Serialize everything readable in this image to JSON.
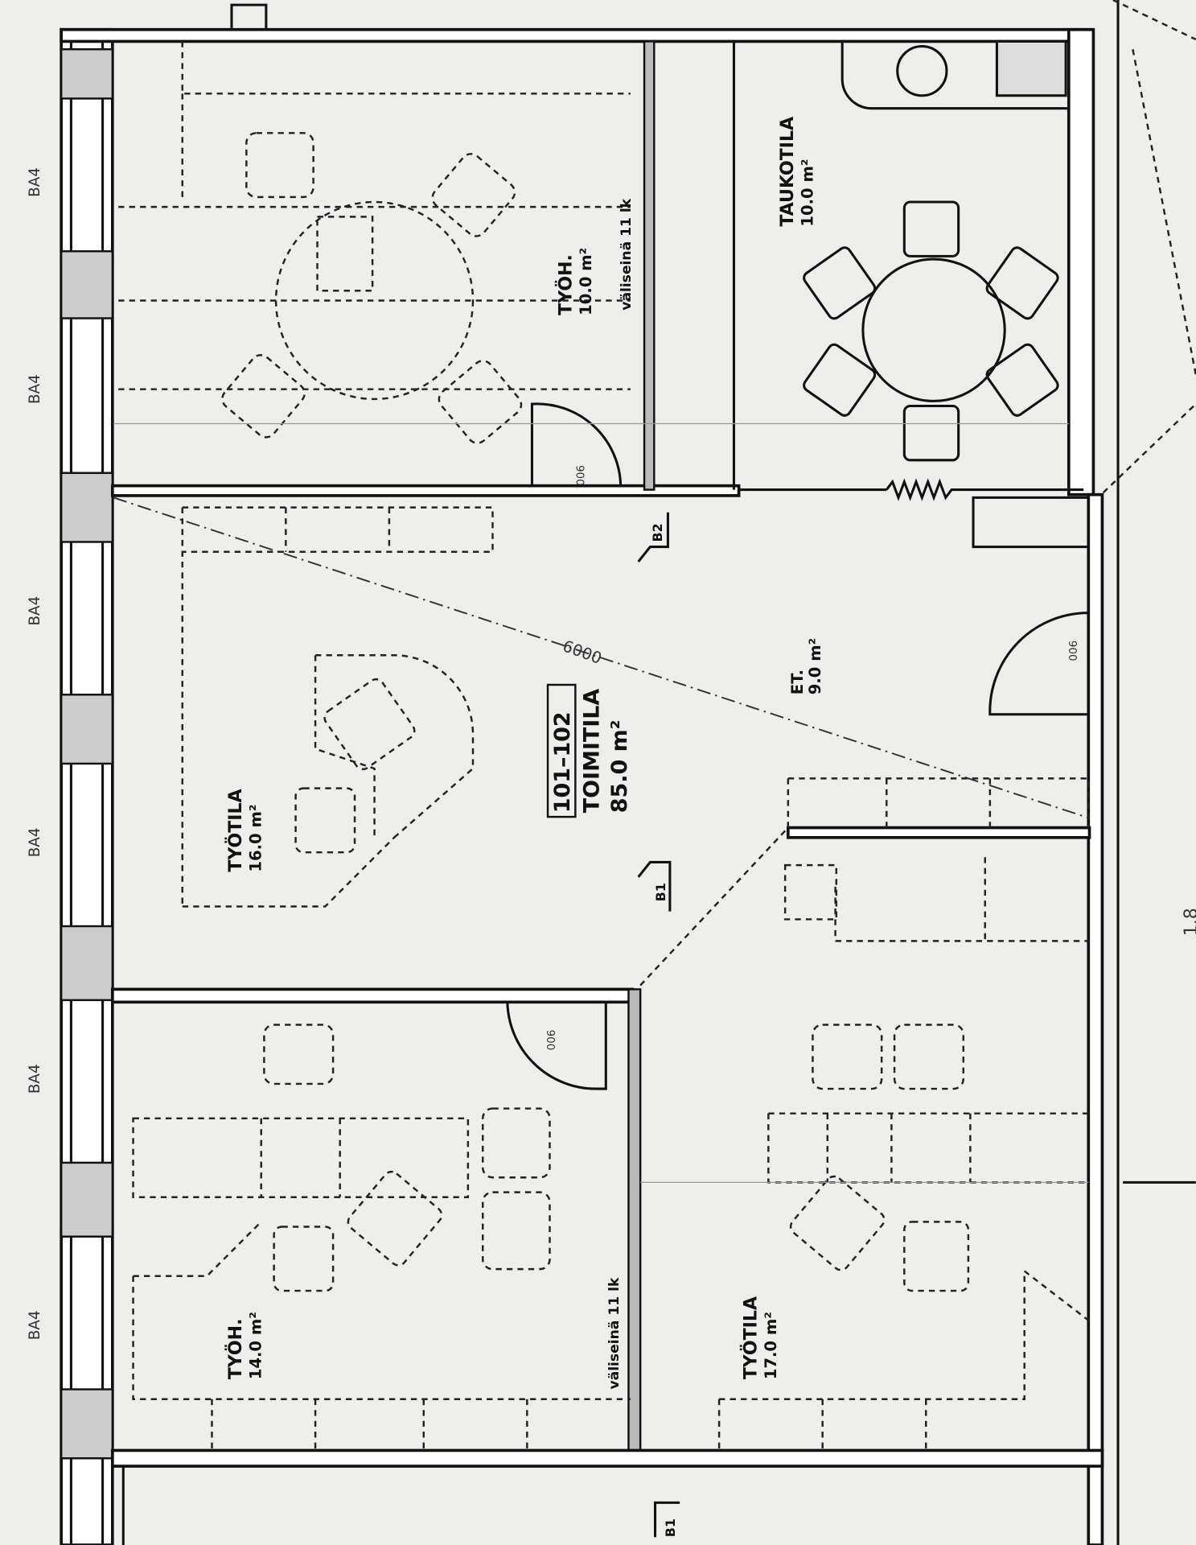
{
  "rooms": [
    {
      "name": "TYÖH.",
      "area": "10.0 m²"
    },
    {
      "name": "TAUKOTILA",
      "area": "10.0 m²"
    },
    {
      "name": "TOIMITILA",
      "area": "85.0 m²",
      "id": "101–102"
    },
    {
      "name": "ET.",
      "area": "9.0 m²"
    },
    {
      "name": "TYÖTILA",
      "area": "16.0 m²"
    },
    {
      "name": "TYÖH.",
      "area": "14.0 m²"
    },
    {
      "name": "TYÖTILA",
      "area": "17.0 m²"
    }
  ],
  "wall_notes": [
    "väliseinä 11 lk",
    "väliseinä 11 lk"
  ],
  "window_labels": [
    "BA4",
    "BA4",
    "BA4",
    "BA4",
    "BA4",
    "BA4"
  ],
  "door_labels": [
    "900",
    "900",
    "900"
  ],
  "section_marks": [
    "B2",
    "B1",
    "B1"
  ],
  "dimension": "1.8",
  "diagonal_note": "6000"
}
